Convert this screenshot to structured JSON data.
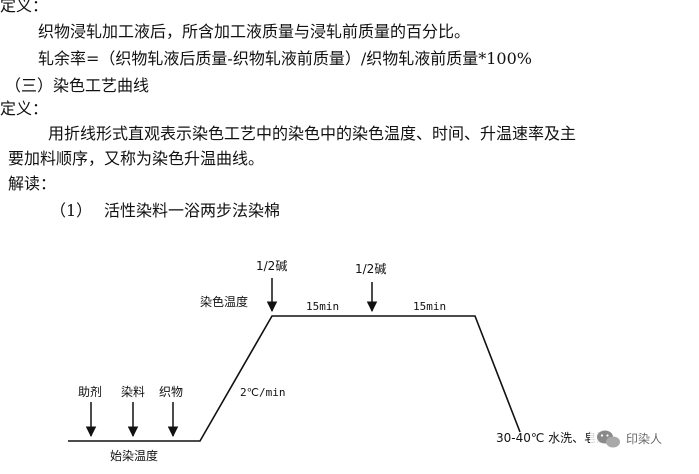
{
  "text": {
    "def1_label": "定义：",
    "def1_body": "织物浸轧加工液后，所含加工液质量与浸轧前质量的百分比。",
    "formula": "轧余率=（织物轧液后质量-织物轧液前质量）/织物轧液前质量*100%",
    "section_title": "（三）染色工艺曲线",
    "def2_label": "定义：",
    "def2_body_line1": "用折线形式直观表示染色工艺中的染色中的染色温度、时间、升温速率及主",
    "def2_body_line2": "要加料顺序，又称为染色升温曲线。",
    "explain_label": "解读：",
    "item1_number": "（1）",
    "item1_text": "活性染料一浴两步法染棉"
  },
  "diagram": {
    "label_half_alkali_1": "1/2碱",
    "label_half_alkali_2": "1/2碱",
    "label_dye_temp": "染色温度",
    "label_hold_1": "15min",
    "label_hold_2": "15min",
    "label_auxiliary": "助剂",
    "label_dye": "染料",
    "label_fabric": "织物",
    "label_rate": "2℃/min",
    "label_start_temp": "始染温度",
    "label_wash": "30-40℃ 水洗、皂洗"
  },
  "watermark": {
    "text": "印染人",
    "icon": "wechat-icon"
  }
}
